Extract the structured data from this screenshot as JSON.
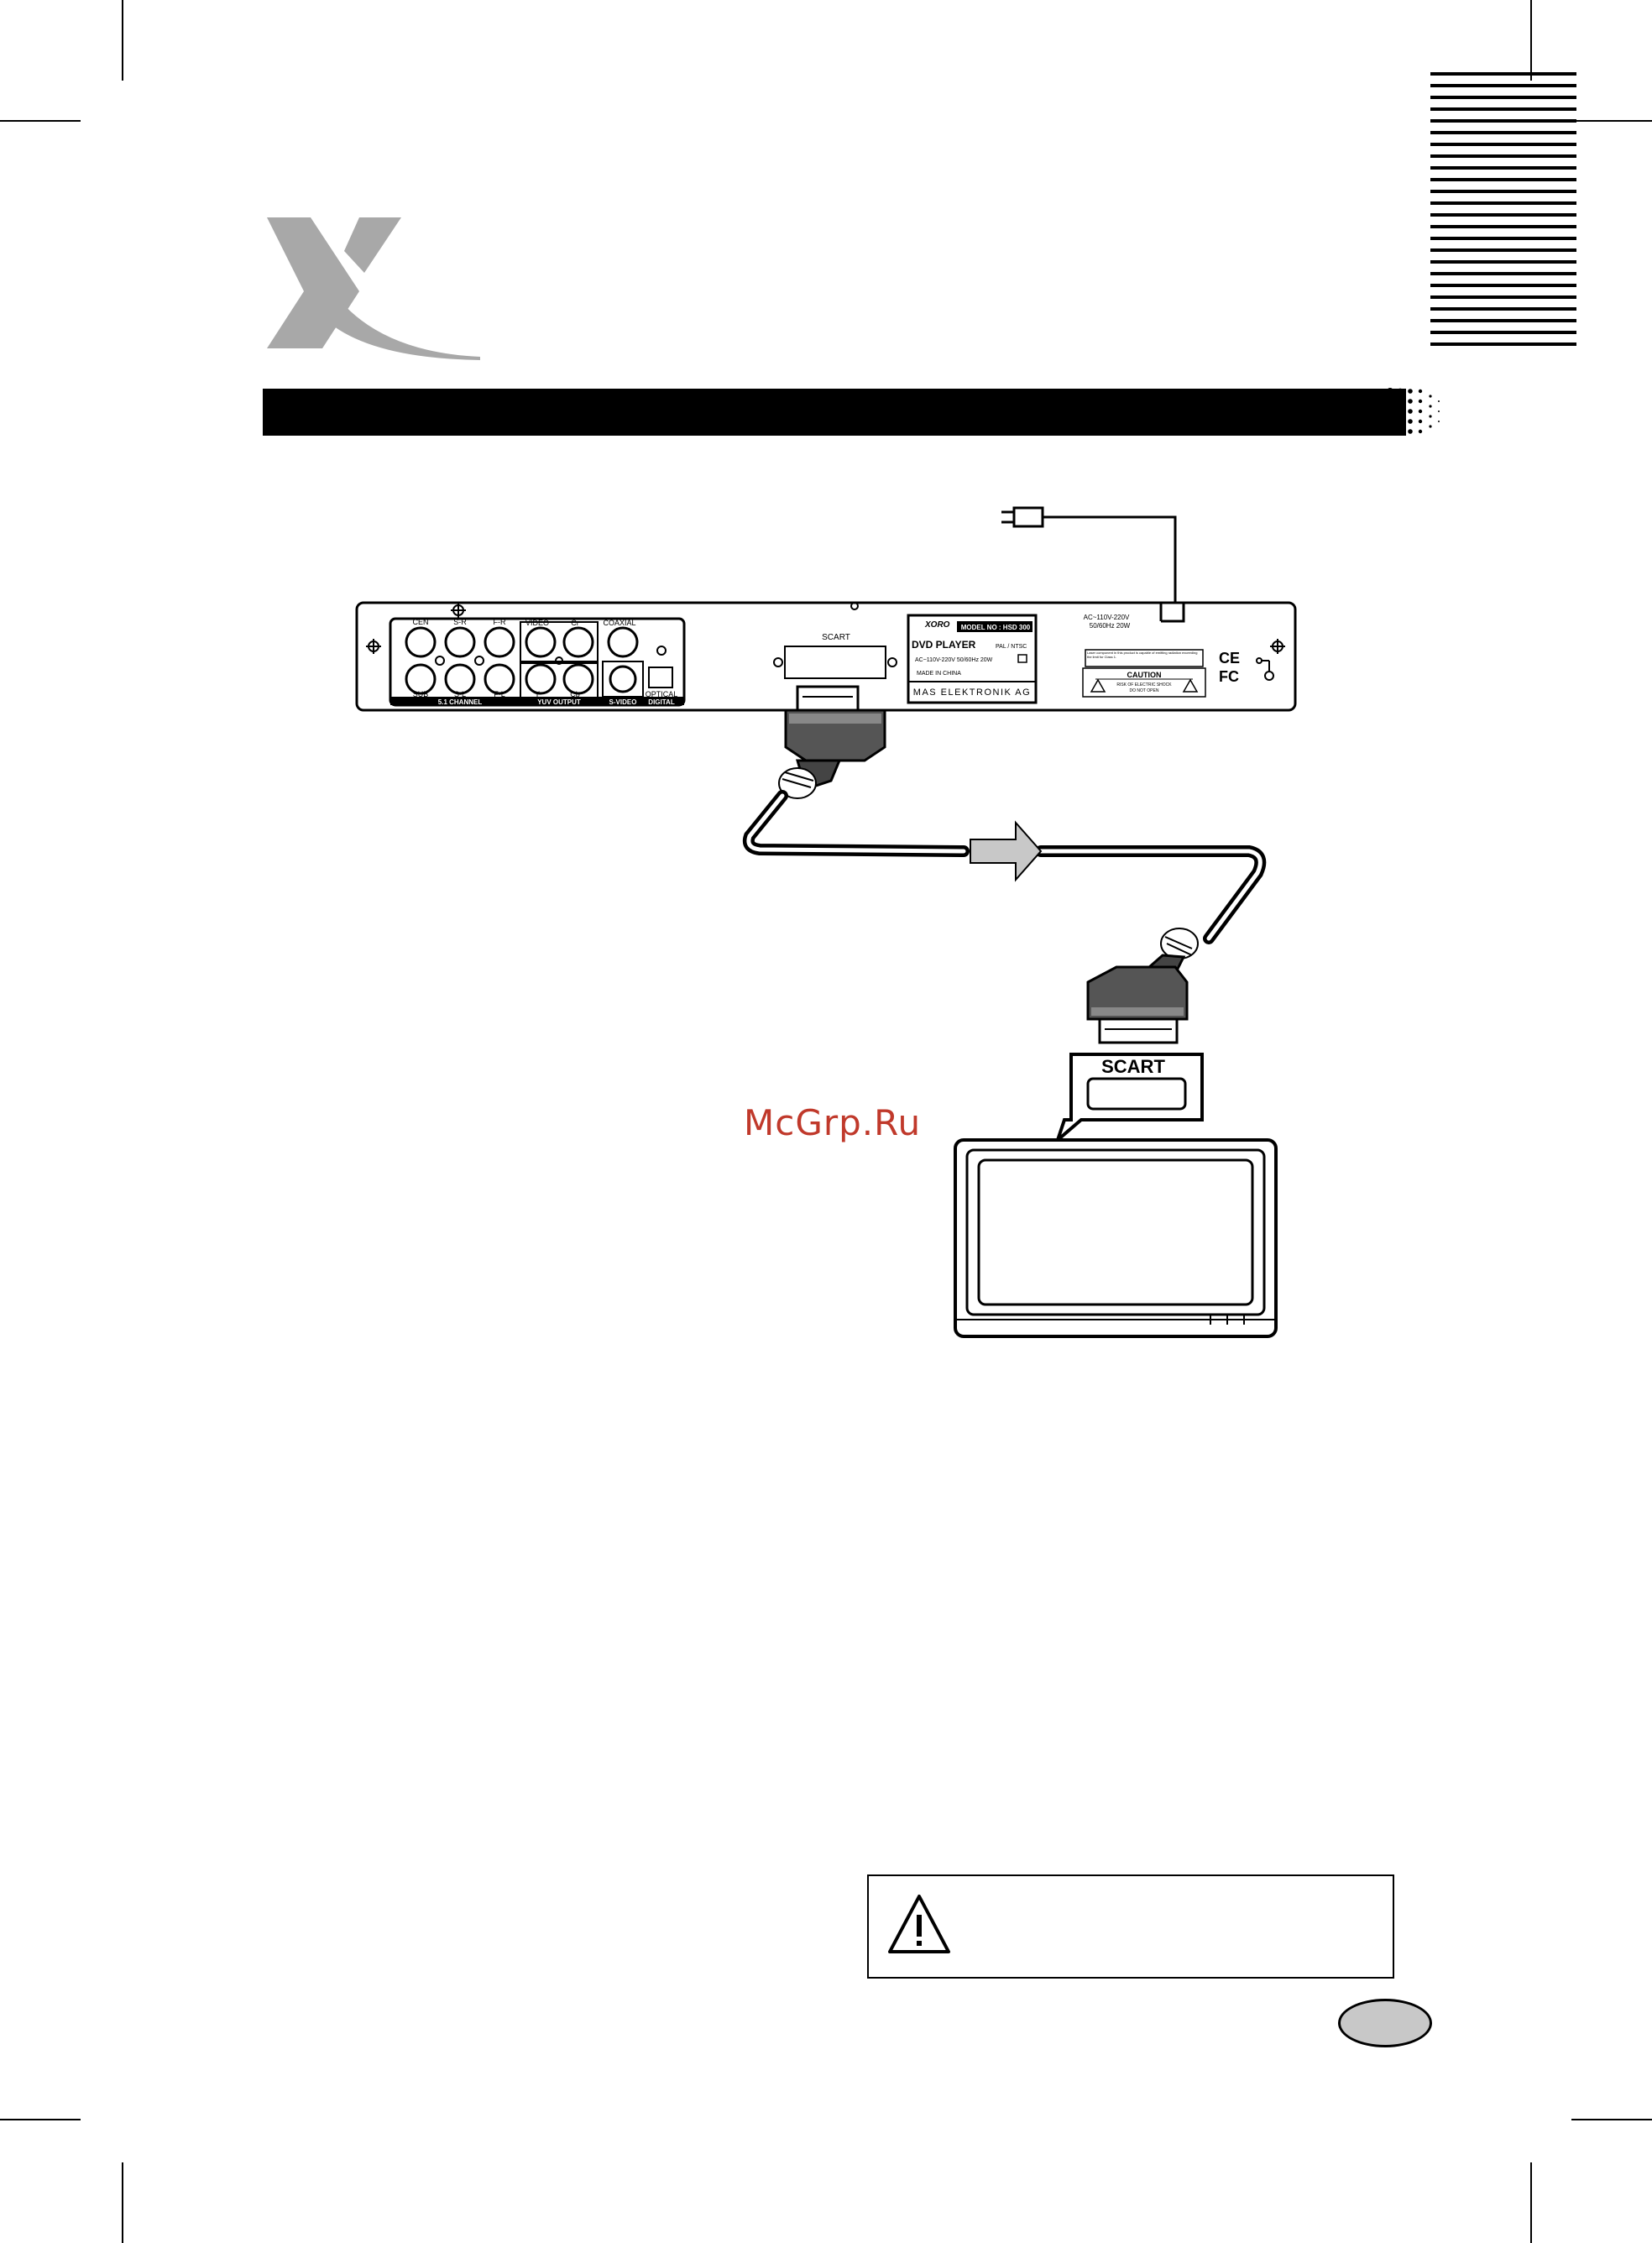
{
  "watermark": {
    "text": "McGrp.Ru",
    "color": "#c0392b"
  },
  "brand": {
    "logo_icon": "xoro-x-logo",
    "color": "#a8a8a8"
  },
  "title_bar": {
    "color": "#000000"
  },
  "dvd_panel": {
    "av_labels_top": [
      "CEN",
      "S-R",
      "F-R"
    ],
    "av_labels_bottom": [
      "SUB",
      "S-L",
      "F-L"
    ],
    "yuv_labels_top": [
      "VIDEO",
      "Cr"
    ],
    "yuv_labels_bottom": [
      "Y",
      "Cb"
    ],
    "coaxial_label": "COAXIAL",
    "optical_label": "OPTICAL",
    "group_labels": [
      "5.1 CHANNEL",
      "YUV OUTPUT",
      "S-VIDEO",
      "DIGITAL"
    ],
    "scart_label": "SCART",
    "nameplate": {
      "logo": "XORO",
      "model": "MODEL NO : HSD 300",
      "product": "DVD  PLAYER",
      "system": "PAL / NTSC",
      "power": "AC~110V-220V  50/60Hz 20W",
      "origin": "MADE IN CHINA",
      "manufacturer": "MAS  ELEKTRONIK  AG"
    },
    "power_rating_line1": "AC~110V-220V",
    "power_rating_line2": "50/60Hz 20W",
    "laser_notice": "Laser component in this product is capable of emitting radiation exceeding the limit for Class 1.",
    "caution_title": "CAUTION",
    "caution_text_1": "RISK OF ELECTRIC SHOCK",
    "caution_text_2": "DO NOT OPEN",
    "ce_mark": "CE",
    "fc_mark": "FC"
  },
  "tv": {
    "scart_label": "SCART"
  },
  "icons": {
    "plug": "power-plug-icon",
    "arrow": "signal-direction-arrow-icon",
    "warning": "warning-triangle-icon"
  },
  "colors": {
    "arrow_fill": "#c8c8c8",
    "oval_fill": "#c8c8c8"
  }
}
